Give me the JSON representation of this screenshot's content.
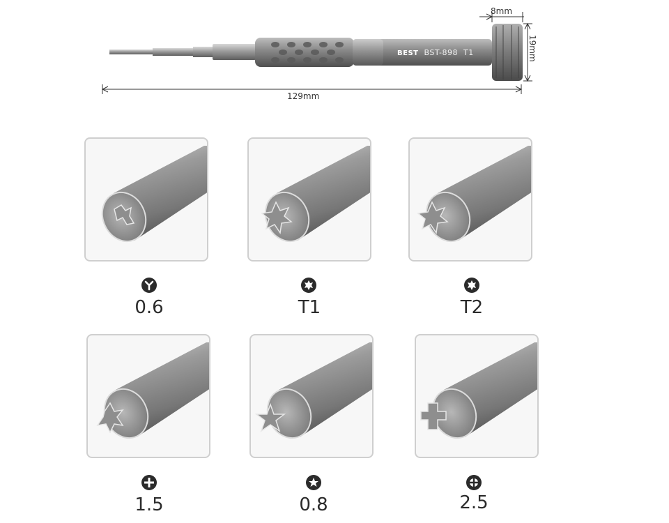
{
  "diagram": {
    "length_label": "129mm",
    "cap_width_label": "8mm",
    "cap_height_label": "19mm",
    "brand_logo": "BEST",
    "model_print": "BST-898",
    "model_bit": "T1"
  },
  "bits": [
    {
      "icon": "y-tip-icon",
      "label": "0.6"
    },
    {
      "icon": "torx-icon",
      "label": "T1"
    },
    {
      "icon": "torx-icon",
      "label": "T2"
    },
    {
      "icon": "phillips-icon",
      "label": "1.5"
    },
    {
      "icon": "pentalobe-icon",
      "label": "0.8"
    },
    {
      "icon": "cross-circle-icon",
      "label": "2.5"
    }
  ],
  "colors": {
    "metal_dark": "#6f6f6f",
    "metal_mid": "#9a9a9a",
    "metal_light": "#c9c9c9",
    "card_border": "#cfcfcf",
    "text": "#2b2b2b"
  }
}
